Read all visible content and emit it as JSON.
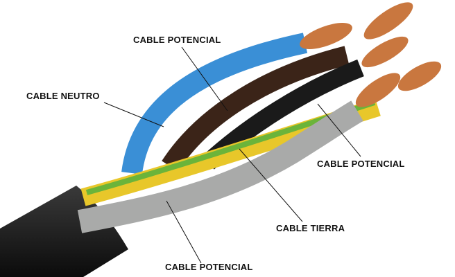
{
  "labels": {
    "top_potencial": "CABLE POTENCIAL",
    "neutro": "CABLE NEUTRO",
    "right_potencial": "CABLE POTENCIAL",
    "tierra": "CABLE TIERRA",
    "bottom_potencial": "CABLE POTENCIAL"
  },
  "colors": {
    "blue": "#3a8fd6",
    "brown": "#3b2418",
    "black": "#1a1a1a",
    "yellow": "#e8c72a",
    "green": "#6bb43a",
    "gray": "#a9aaa9",
    "sheath": "#151515",
    "copper": "#c9773f"
  }
}
